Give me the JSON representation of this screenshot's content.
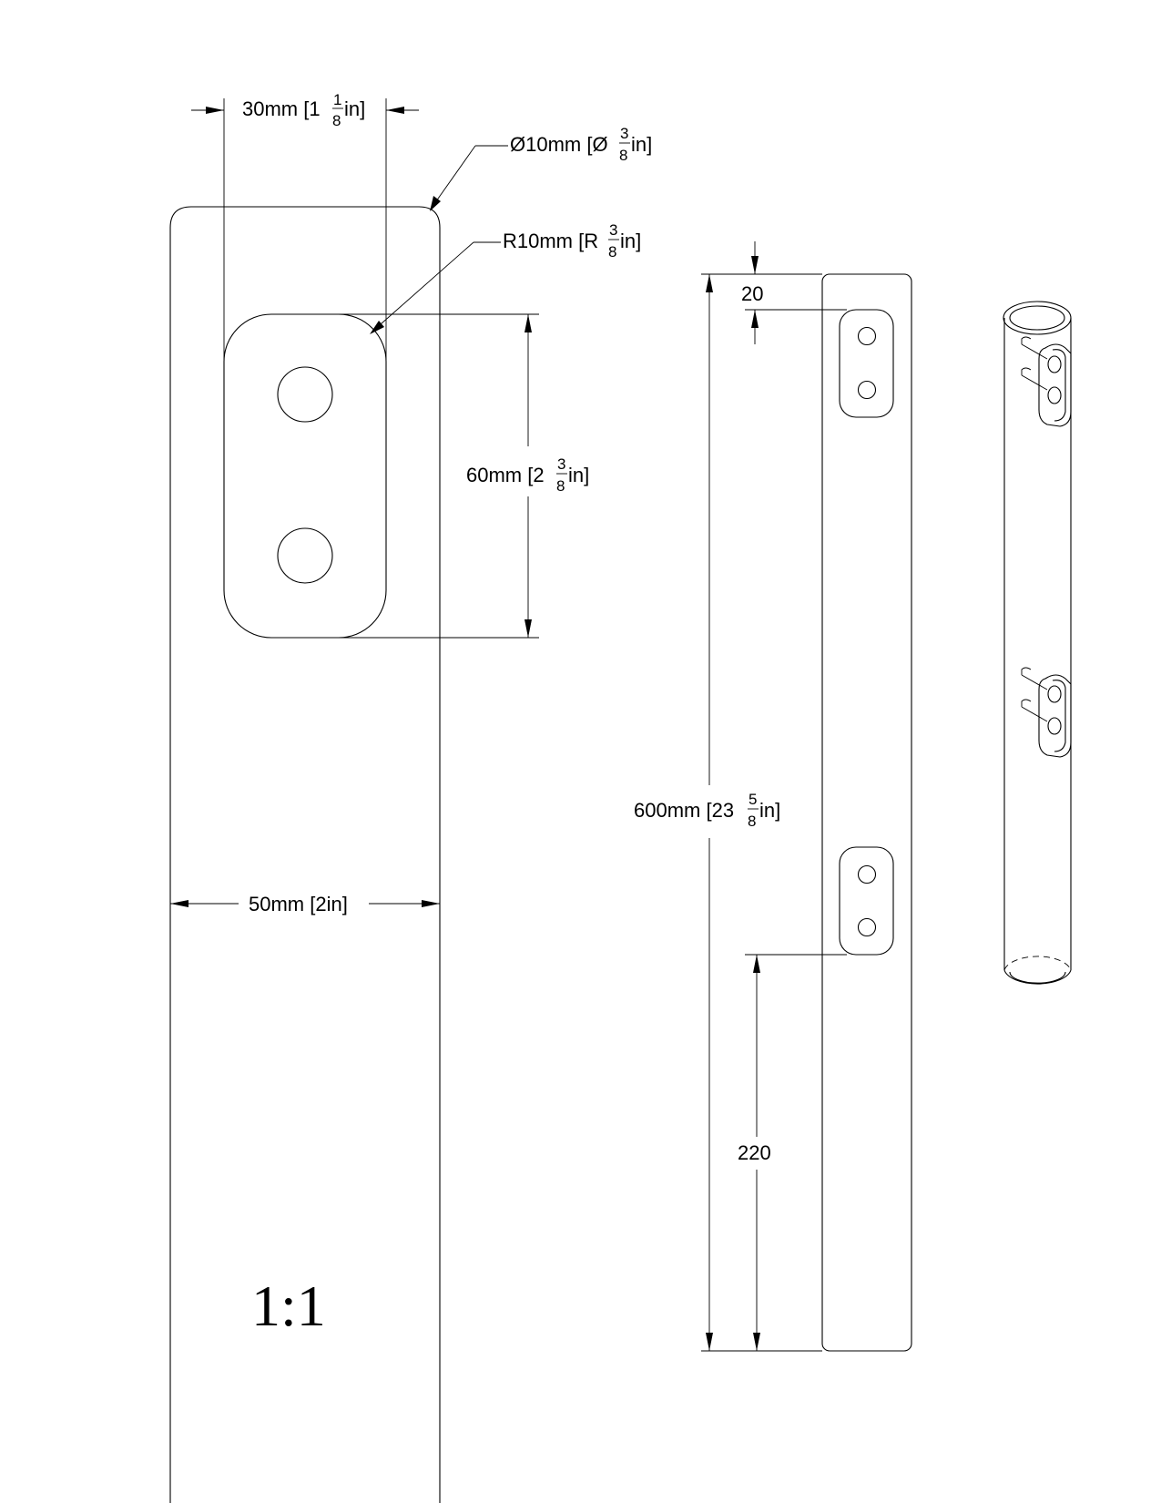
{
  "scale_label": "1:1",
  "dimensions": {
    "plate_width": {
      "pre": "30mm [1",
      "num": "1",
      "den": "8",
      "post": "in]"
    },
    "hole_diameter": {
      "pre": "Ø10mm [Ø",
      "num": "3",
      "den": "8",
      "post": "in]"
    },
    "corner_radius": {
      "pre": "R10mm [R",
      "num": "3",
      "den": "8",
      "post": "in]"
    },
    "plate_height": {
      "pre": "60mm [2",
      "num": "3",
      "den": "8",
      "post": "in]"
    },
    "bar_width": "50mm [2in]",
    "total_length": {
      "pre": "600mm [23",
      "num": "5",
      "den": "8",
      "post": "in]"
    },
    "top_offset": "20",
    "bottom_offset": "220"
  }
}
